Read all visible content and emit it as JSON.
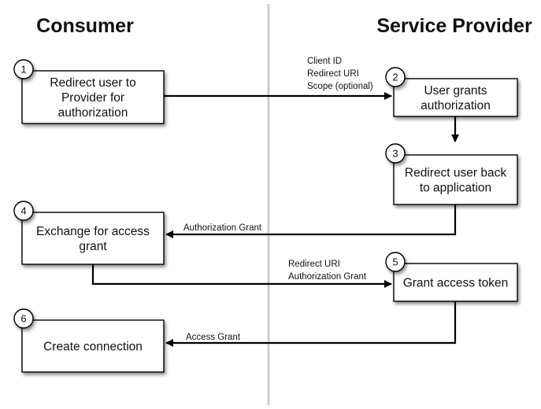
{
  "columns": {
    "consumer": "Consumer",
    "provider": "Service Provider"
  },
  "steps": [
    {
      "id": "1",
      "number": "1",
      "lines": [
        "Redirect user to",
        "Provider for",
        "authorization"
      ]
    },
    {
      "id": "2",
      "number": "2",
      "lines": [
        "User grants",
        "authorization"
      ]
    },
    {
      "id": "3",
      "number": "3",
      "lines": [
        "Redirect user back",
        "to application"
      ]
    },
    {
      "id": "4",
      "number": "4",
      "lines": [
        "Exchange for access",
        "grant"
      ]
    },
    {
      "id": "5",
      "number": "5",
      "lines": [
        "Grant access token"
      ]
    },
    {
      "id": "6",
      "number": "6",
      "lines": [
        "Create connection"
      ]
    }
  ],
  "edges": [
    {
      "from": "1",
      "to": "2",
      "labels": [
        "Client ID",
        "Redirect URI",
        "Scope (optional)"
      ]
    },
    {
      "from": "2",
      "to": "3",
      "labels": []
    },
    {
      "from": "3",
      "to": "4",
      "labels": [
        "Authorization Grant"
      ]
    },
    {
      "from": "4",
      "to": "5",
      "labels": [
        "Redirect URI",
        "Authorization Grant"
      ]
    },
    {
      "from": "5",
      "to": "6",
      "labels": [
        "Access Grant"
      ]
    }
  ],
  "colors": {
    "divider": "#cccccc",
    "stroke": "#000000",
    "shadow": "#9a9a9a"
  }
}
